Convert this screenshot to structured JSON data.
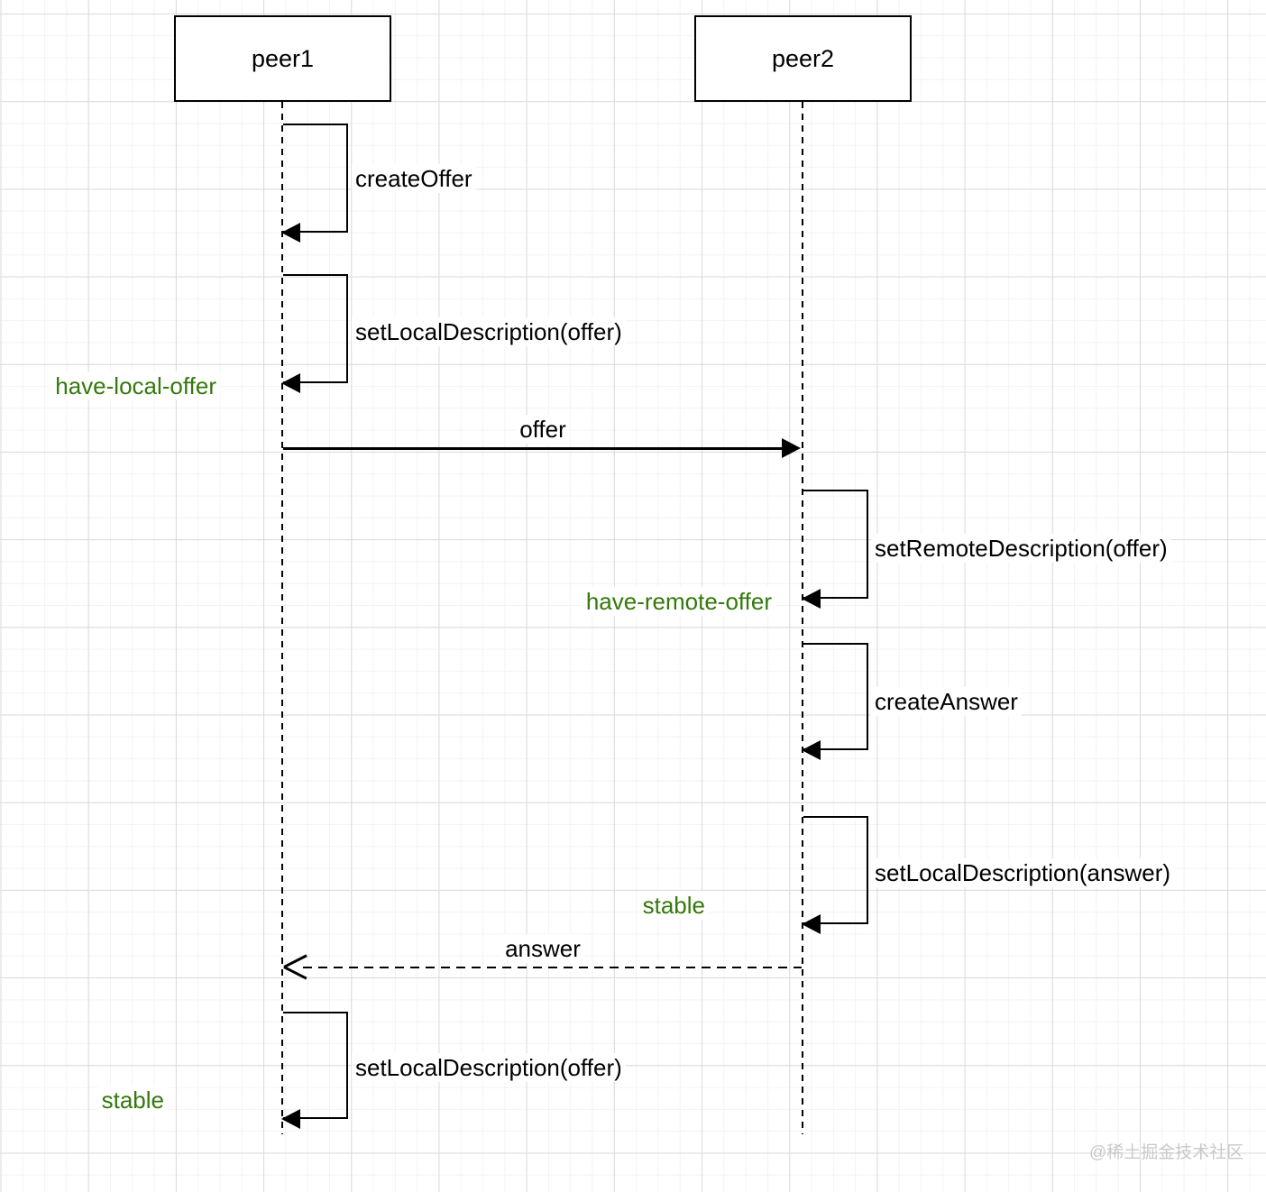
{
  "diagram": {
    "type": "sequence-diagram",
    "actors": [
      {
        "name": "peer1"
      },
      {
        "name": "peer2"
      }
    ],
    "self_calls": [
      {
        "actor": "peer1",
        "label": "createOffer",
        "state": ""
      },
      {
        "actor": "peer1",
        "label": "setLocalDescription(offer)",
        "state": "have-local-offer"
      },
      {
        "actor": "peer2",
        "label": "setRemoteDescription(offer)",
        "state": "have-remote-offer"
      },
      {
        "actor": "peer2",
        "label": "createAnswer",
        "state": ""
      },
      {
        "actor": "peer2",
        "label": "setLocalDescription(answer)",
        "state": "stable"
      },
      {
        "actor": "peer1",
        "label": "setLocalDescription(offer)",
        "state": "stable"
      }
    ],
    "messages": [
      {
        "from": "peer1",
        "to": "peer2",
        "label": "offer",
        "line_style": "solid",
        "arrow": "filled"
      },
      {
        "from": "peer2",
        "to": "peer1",
        "label": "answer",
        "line_style": "dashed",
        "arrow": "open"
      }
    ],
    "colors": {
      "line": "#000000",
      "state_label": "#33790b",
      "grid_minor": "#f3f3f3",
      "grid_major": "#dadada",
      "watermark": "#c9c9c9"
    }
  },
  "watermark": {
    "text": "@稀土掘金技术社区"
  }
}
